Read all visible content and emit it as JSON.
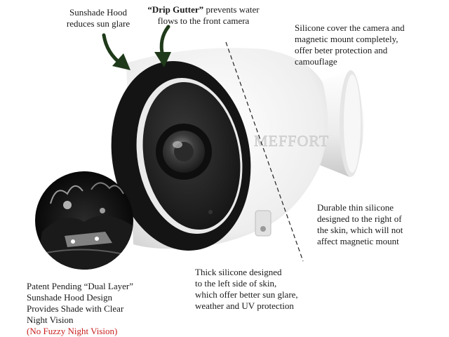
{
  "annotations": {
    "sunshade": [
      "Sunshade Hood",
      "reduces sun glare"
    ],
    "drip_prefix": "“Drip Gutter”",
    "drip_rest": " prevents water",
    "drip_line2": "flows to the front camera",
    "silicone_cover": [
      "Silicone cover the camera and",
      "magnetic mount completely,",
      "offer beter protection and",
      "camouflage"
    ],
    "durable": [
      "Durable thin silicone",
      "designed to the right of",
      "the skin, which will not",
      "affect magnetic mount"
    ],
    "thick": [
      "Thick silicone designed",
      "to the left side of skin,",
      "which offer better sun glare,",
      "weather and UV protection"
    ],
    "patent": [
      "Patent Pending “Dual Layer”",
      "Sunshade Hood Design",
      "Provides Shade with Clear",
      "Night Vision"
    ],
    "patent_note": "(No Fuzzy Night Vision)"
  },
  "product": {
    "brand_text": "MEFFORT"
  },
  "colors": {
    "text": "#1a1a1a",
    "note_red": "#c8211f",
    "arrow_green": "#1f3a1a",
    "hood": "#141414",
    "silicone": "#f3f3f3"
  }
}
